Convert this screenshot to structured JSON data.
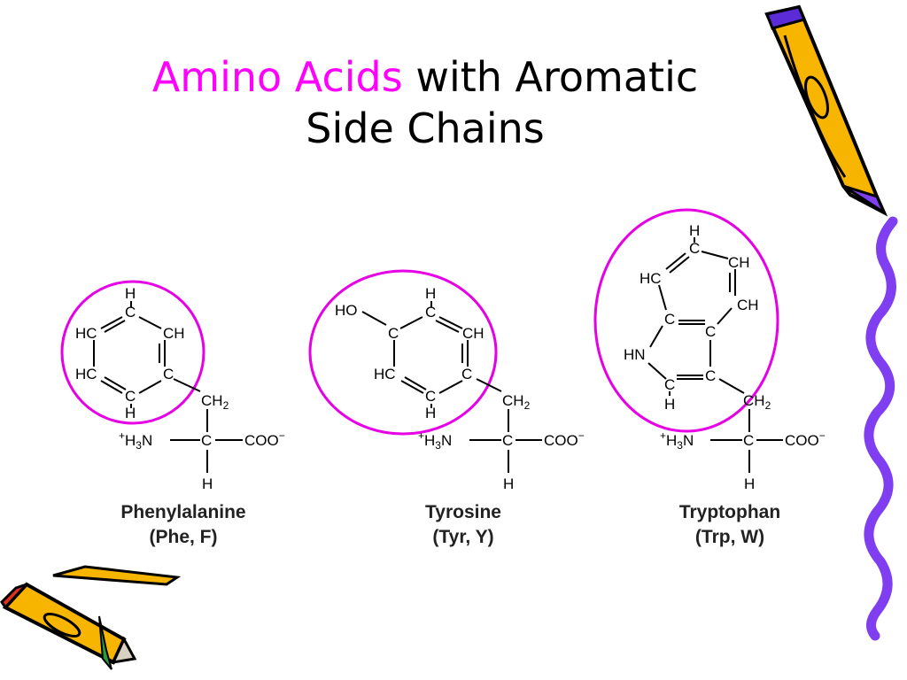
{
  "slide": {
    "title_highlight": "Amino Acids",
    "title_rest_line1": " with Aromatic",
    "title_line2": "Side Chains",
    "colors": {
      "highlight": "#ff00ff",
      "ring_outline": "#e600e6",
      "squiggle": "#7f3ef0",
      "pencil_body": "#f7b500"
    }
  },
  "molecules": [
    {
      "name": "Phenylalanine",
      "abbr": "(Phe, F)",
      "ring_atoms": [
        "H",
        "C",
        "HC",
        "CH",
        "HC",
        "C",
        "C",
        "H"
      ],
      "chain": {
        "ch2": "CH",
        "ch2_sub": "2",
        "amine": "H",
        "amine_sub": "3",
        "amine_n": "N",
        "amine_plus": "+",
        "alpha_c": "C",
        "carboxyl": "COO",
        "carboxyl_minus": "−",
        "h": "H"
      }
    },
    {
      "name": "Tyrosine",
      "abbr": "(Tyr, Y)",
      "ring_atoms": [
        "H",
        "C",
        "HO",
        "C",
        "CH",
        "HC",
        "C",
        "C",
        "H"
      ],
      "chain": {
        "ch2": "CH",
        "ch2_sub": "2",
        "amine": "H",
        "amine_sub": "3",
        "amine_n": "N",
        "amine_plus": "+",
        "alpha_c": "C",
        "carboxyl": "COO",
        "carboxyl_minus": "−",
        "h": "H"
      }
    },
    {
      "name": "Tryptophan",
      "abbr": "(Trp, W)",
      "ring_atoms": [
        "H",
        "C",
        "CH",
        "HC",
        "CH",
        "C",
        "C",
        "HN",
        "C",
        "C",
        "H"
      ],
      "chain": {
        "ch2": "CH",
        "ch2_sub": "2",
        "amine": "H",
        "amine_sub": "3",
        "amine_n": "N",
        "amine_plus": "+",
        "alpha_c": "C",
        "carboxyl": "COO",
        "carboxyl_minus": "−",
        "h": "H"
      }
    }
  ]
}
